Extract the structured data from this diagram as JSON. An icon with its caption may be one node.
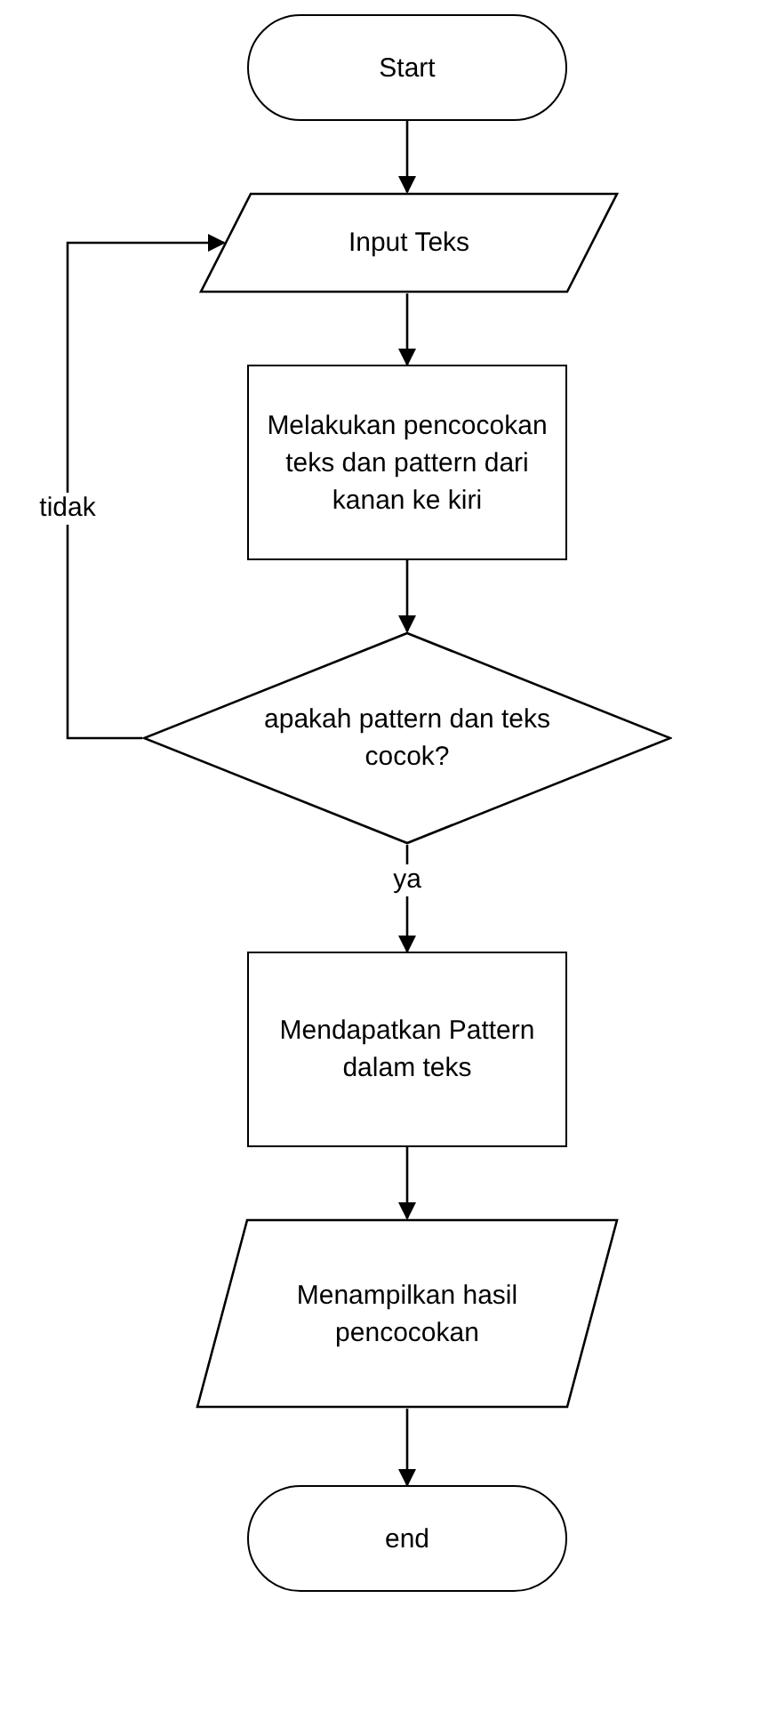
{
  "diagram": {
    "nodes": [
      {
        "text": [
          "Start"
        ]
      },
      {
        "text": [
          "Input Teks"
        ]
      },
      {
        "text": [
          "Melakukan pencocokan teks dan pattern dari kanan ke kiri"
        ]
      },
      {
        "text": [
          "apakah pattern dan teks cocok?"
        ]
      },
      {
        "text": [
          "Mendapatkan Pattern dalam teks"
        ]
      },
      {
        "text": [
          "Menampilkan hasil pencocokan"
        ]
      },
      {
        "text": [
          "end"
        ]
      }
    ],
    "edges": [
      {
        "from": 0,
        "to": 1,
        "arrow": "to"
      },
      {
        "from": 1,
        "to": 2,
        "arrow": "to"
      },
      {
        "from": 2,
        "to": 3,
        "arrow": "to"
      },
      {
        "from": 3,
        "to": 1,
        "arrow": "to",
        "label": "tidak"
      },
      {
        "from": 3,
        "to": 4,
        "arrow": "to",
        "label": "ya"
      },
      {
        "from": 4,
        "to": 5,
        "arrow": "to"
      },
      {
        "from": 5,
        "to": 6,
        "arrow": "to"
      }
    ]
  }
}
